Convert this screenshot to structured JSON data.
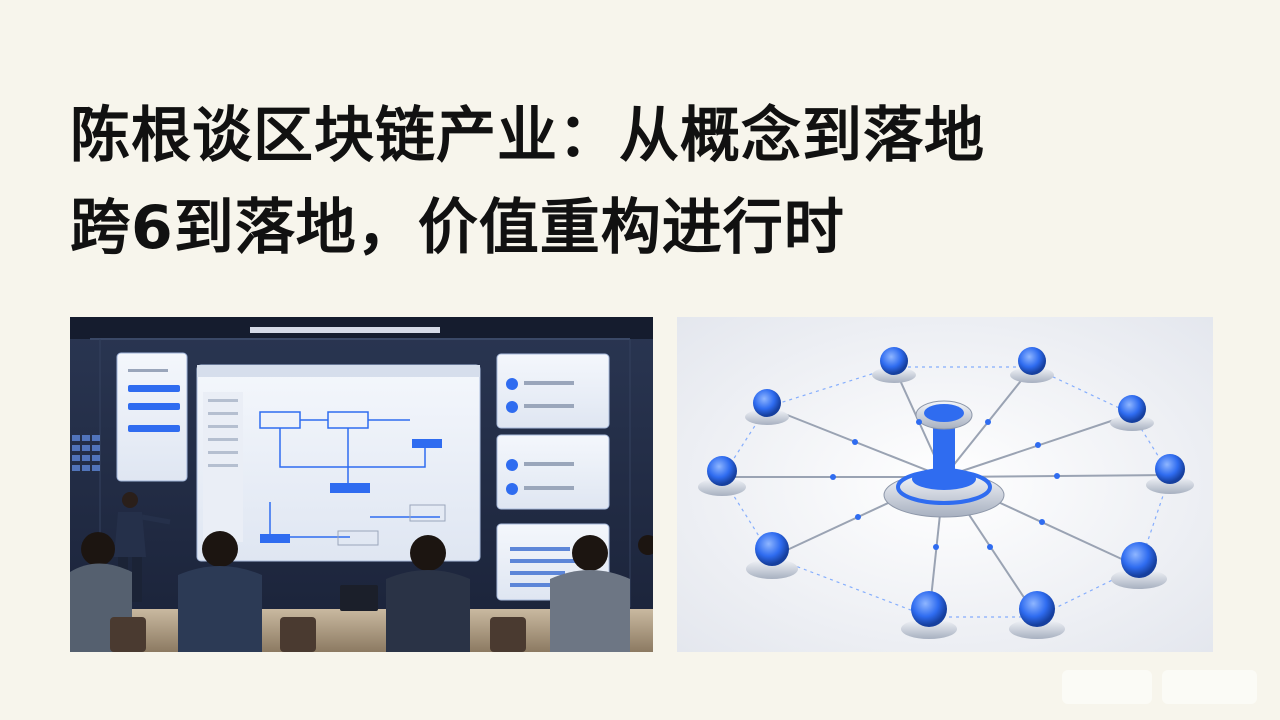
{
  "headline": {
    "line1": "陈根谈区块链产业：从概念到落地",
    "line2": "跨6到落地，价值重构进行时"
  },
  "colors": {
    "background": "#f7f5ec",
    "title_text": "#111111",
    "accent_blue": "#2f6cf0",
    "room_dark": "#1f2b45"
  },
  "images": {
    "left": "meeting-room-presentation-illustration",
    "right": "blockchain-network-nodes-illustration"
  }
}
